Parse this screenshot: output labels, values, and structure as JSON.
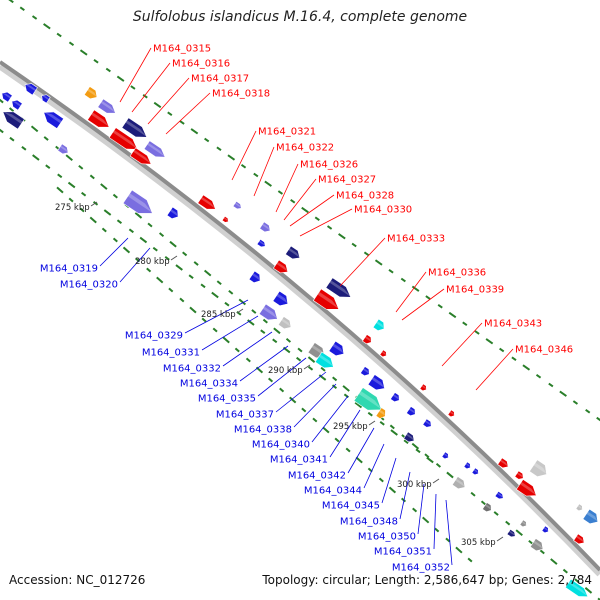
{
  "title": "Sulfolobus islandicus M.16.4, complete genome",
  "accession": "Accession: NC_012726",
  "stats": "Topology: circular; Length: 2,586,647 bp; Genes: 2,784",
  "colors": {
    "forward": "#ff0000",
    "reverse": "#0000e0",
    "backbone": "#909090",
    "gc_ticks": "#2a7f2a"
  },
  "kbp_labels": [
    "275 kbp",
    "280 kbp",
    "285 kbp",
    "290 kbp",
    "295 kbp",
    "300 kbp",
    "305 kbp"
  ],
  "forward_labels": [
    "M164_0315",
    "M164_0316",
    "M164_0317",
    "M164_0318",
    "M164_0321",
    "M164_0322",
    "M164_0326",
    "M164_0327",
    "M164_0328",
    "M164_0330",
    "M164_0333",
    "M164_0336",
    "M164_0339",
    "M164_0343",
    "M164_0346"
  ],
  "reverse_labels": [
    "M164_0319",
    "M164_0320",
    "M164_0329",
    "M164_0331",
    "M164_0332",
    "M164_0334",
    "M164_0335",
    "M164_0337",
    "M164_0338",
    "M164_0340",
    "M164_0341",
    "M164_0342",
    "M164_0344",
    "M164_0345",
    "M164_0348",
    "M164_0350",
    "M164_0351",
    "M164_0352"
  ]
}
